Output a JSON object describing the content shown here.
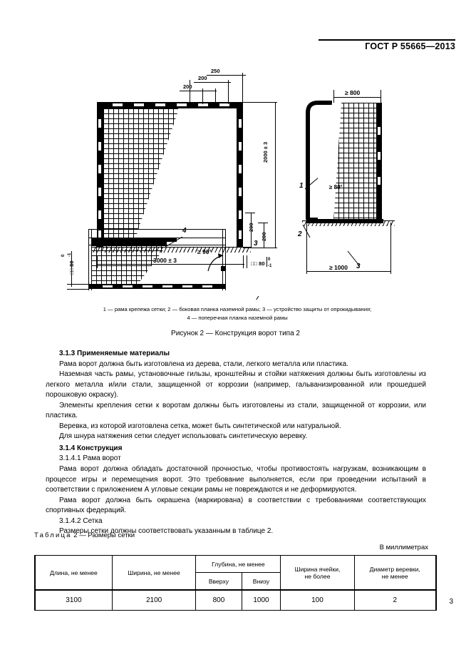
{
  "header": {
    "standard": "ГОСТ Р 55665—2013"
  },
  "page_number": "3",
  "figure": {
    "dimensions": {
      "d_250": "250",
      "d_200_a": "200",
      "d_200_b": "200",
      "height": "2000 ± 3",
      "width": "3000 ± 3",
      "profile_front": "□ 80",
      "profile_plan": "□ 80",
      "tol_up": "0",
      "tol_down": "-1",
      "v_200_a": "200",
      "v_200_b": "200",
      "depth_top": "≥ 800",
      "angle_side": "≥ 80°",
      "depth_bottom": "≥ 1000",
      "angle_plan": "≥ 90°"
    },
    "callouts": {
      "c1": "1",
      "c2": "2",
      "c3": "3",
      "c4": "4",
      "c3b": "3"
    },
    "legend": "1 — рама крепежа сетки; 2 — боковая планка наземной рамы; 3 — устройство защиты от опрокидывания;",
    "legend2": "4 — поперечная планка наземной рамы",
    "caption": "Рисунок 2 — Конструкция ворот типа 2"
  },
  "body": {
    "h313": "3.1.3 Применяемые материалы",
    "p1": "Рама ворот должна быть изготовлена из дерева, стали, легкого металла или пластика.",
    "p2": "Наземная часть рамы, установочные гильзы, кронштейны и стойки натяжения должны быть изготовлены из легкого металла и/или стали, защищенной от коррозии (например, гальванизированной или прошедшей порошковую окраску).",
    "p3": "Элементы крепления сетки к воротам должны быть изготовлены из стали, защищенной от коррозии, или пластика.",
    "p4": "Веревка, из которой изготовлена сетка, может быть синтетической или натуральной.",
    "p5": "Для шнура натяжения сетки следует использовать синтетическую веревку.",
    "h314": "3.1.4 Конструкция",
    "h3141": "3.1.4.1 Рама ворот",
    "p6": "Рама ворот должна обладать достаточной прочностью, чтобы противостоять нагрузкам, возникающим в процессе игры и перемещения ворот. Это требование выполняется, если при проведении испытаний в соответствии с приложением А угловые секции рамы не повреждаются и не деформируются.",
    "p7": "Рама ворот должна быть окрашена (маркирована) в соответствии с требованиями соответствующих спортивных федераций.",
    "h3142": "3.1.4.2 Сетка",
    "p8": "Размеры сетки должны соответствовать указанным в таблице 2."
  },
  "table": {
    "caption_label": "Таблица",
    "caption_num": "2 — Размеры сетки",
    "unit_note": "В миллиметрах",
    "headers": {
      "length": "Длина, не менее",
      "width": "Ширина, не менее",
      "depth": "Глубина, не менее",
      "depth_top": "Вверху",
      "depth_bottom": "Внизу",
      "cell_width": "Ширина ячейки,\nне более",
      "cell_width_l1": "Ширина ячейки,",
      "cell_width_l2": "не более",
      "rope_dia_l1": "Диаметр веревки,",
      "rope_dia_l2": "не менее"
    },
    "row": {
      "length": "3100",
      "width": "2100",
      "depth_top": "800",
      "depth_bottom": "1000",
      "cell_width": "100",
      "rope_dia": "2"
    }
  }
}
